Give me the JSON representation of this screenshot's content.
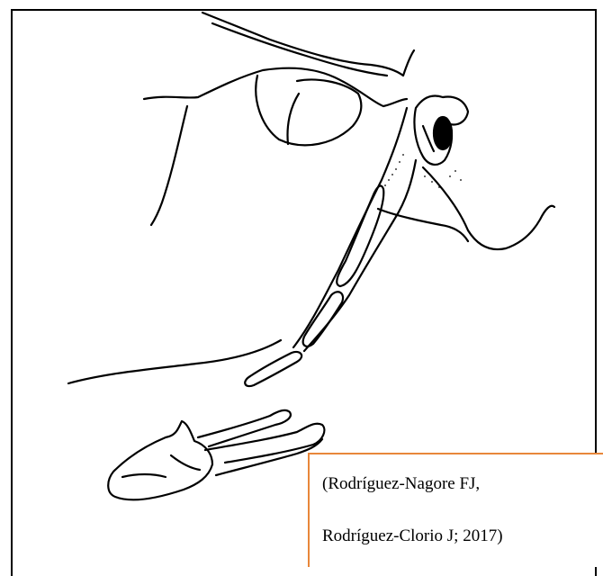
{
  "figure": {
    "subject": "anatomical line drawing",
    "colors": {
      "ink": "#000000",
      "caption_border": "#e8873a",
      "background": "#ffffff"
    }
  },
  "caption": {
    "line1": "(Rodríguez-Nagore FJ,",
    "line2": "Rodríguez-Clorio J; 2017)"
  }
}
